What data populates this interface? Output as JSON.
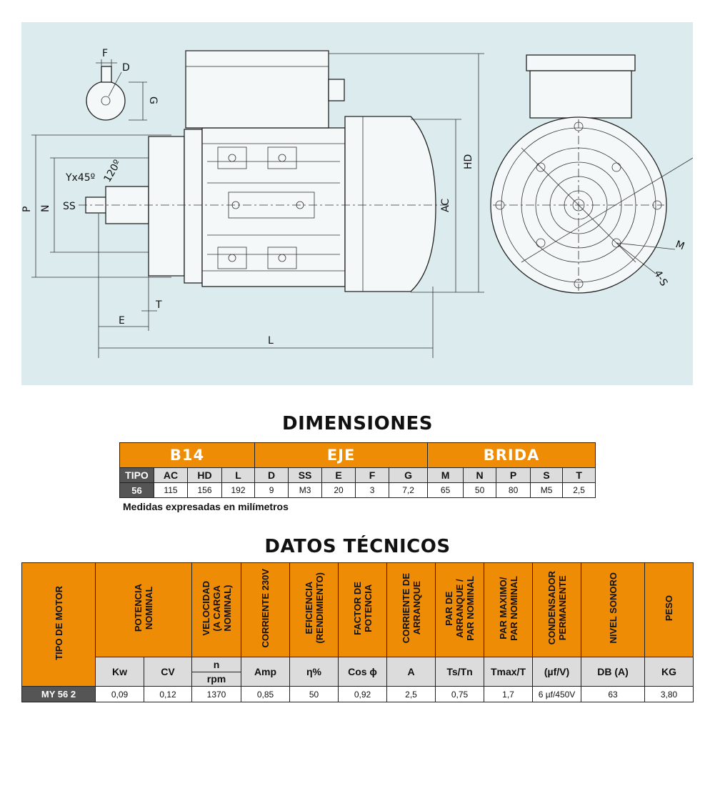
{
  "drawing": {
    "labels": {
      "F": "F",
      "D": "D",
      "G": "G",
      "Y": "Yx45º",
      "angle": "120º",
      "SS": "SS",
      "P": "P",
      "N": "N",
      "E": "E",
      "T": "T",
      "L": "L",
      "HD": "HD",
      "AC": "AC",
      "M": "M",
      "S": "4-S"
    }
  },
  "dimensions": {
    "title": "DIMENSIONES",
    "groups": [
      "B14",
      "EJE",
      "BRIDA"
    ],
    "headers": [
      "TIPO",
      "AC",
      "HD",
      "L",
      "D",
      "SS",
      "E",
      "F",
      "G",
      "M",
      "N",
      "P",
      "S",
      "T"
    ],
    "values": [
      "56",
      "115",
      "156",
      "192",
      "9",
      "M3",
      "20",
      "3",
      "7,2",
      "65",
      "50",
      "80",
      "M5",
      "2,5"
    ],
    "note": "Medidas expresadas en milímetros"
  },
  "technical": {
    "title": "DATOS TÉCNICOS",
    "tipo_header": "TIPO DE MOTOR",
    "headers": [
      "POTENCIA\nNOMINAL",
      "VELOCIDAD\n(A CARGA\nNOMINAL)",
      "CORRIENTE 230V",
      "EFICIENCIA\n(RENDIMIENTO)",
      "FACTOR DE\nPOTENCIA",
      "CORRIENTE DE\nARRANQUE",
      "PAR DE\nARRANQUE /\nPAR NOMINAL",
      "PAR MAXIMO/\nPAR NOMINAL",
      "CONDENSADOR\nPERMANENTE",
      "NIVEL SONORO",
      "PESO"
    ],
    "units": [
      "Kw",
      "CV",
      "n",
      "rpm",
      "Amp",
      "η%",
      "Cos ϕ",
      "A",
      "Ts/Tn",
      "Tmax/T",
      "(µf/V)",
      "DB (A)",
      "KG"
    ],
    "values": [
      "MY 56 2",
      "0,09",
      "0,12",
      "1370",
      "0,85",
      "50",
      "0,92",
      "2,5",
      "0,75",
      "1,7",
      "6 µf/450V",
      "63",
      "3,80"
    ]
  },
  "colors": {
    "accent": "#ef8c05",
    "panel": "#dcecee",
    "dark_cell": "#555555",
    "header_grey": "#dcdcdc"
  }
}
